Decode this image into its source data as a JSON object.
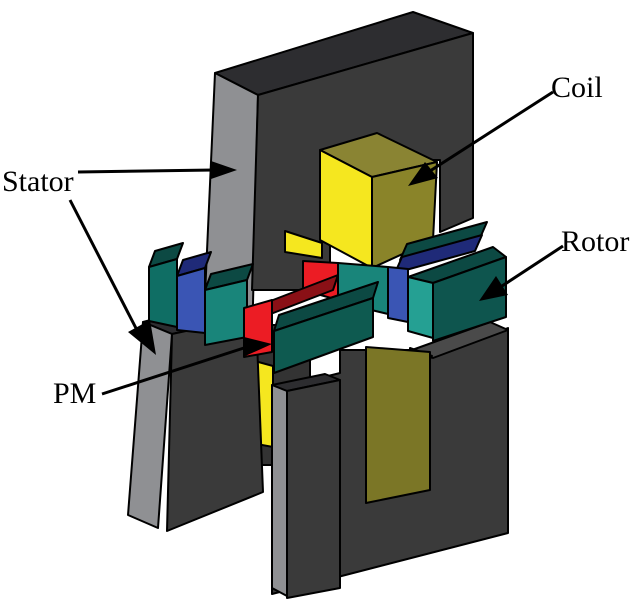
{
  "figure": {
    "type": "3d-isometric-machine-diagram",
    "description": "Exploded isometric view of a transverse-flux electromagnetic machine showing upper and lower stator E-cores, excitation coils, a segmented rotor bar and a permanent magnet",
    "labels": {
      "stator": "Stator",
      "coil": "Coil",
      "rotor": "Rotor",
      "pm": "PM"
    },
    "parts": [
      {
        "name": "upper-stator-core",
        "label": "Stator",
        "color_front": "#3a3a3a",
        "color_top": "#2d2d30",
        "color_side": "#8f9093"
      },
      {
        "name": "lower-stator-core",
        "label": "Stator",
        "color_front": "#3a3a3a",
        "color_top": "#4a4a4a",
        "color_side": "#8f9093"
      },
      {
        "name": "upper-coil",
        "label": "Coil",
        "color_left": "#f5e71f",
        "color_front": "#8a8429",
        "color_top": "#8a8433"
      },
      {
        "name": "lower-coil",
        "label": "Coil",
        "color_left": "#f5e71f",
        "color_front": "#7b7626"
      },
      {
        "name": "rotor-segments",
        "label": "Rotor",
        "color_front": "#19857a",
        "color_top": "#0c4943",
        "color_light": "#25a093",
        "color_blue": "#3a55b4",
        "color_navy": "#1f2a78"
      },
      {
        "name": "permanent-magnet",
        "label": "PM",
        "color_front": "#ec1c24",
        "color_top": "#8a1016"
      }
    ],
    "palette": {
      "background": "#ffffff",
      "outline": "#000000",
      "stator_dark": "#3a3a3a",
      "stator_top": "#2d2d30",
      "stator_gray": "#8f9093",
      "teal": "#19857a",
      "teal_dark": "#0c4943",
      "teal_medium": "#0f6e64",
      "teal_light": "#25a093",
      "blue": "#3a55b4",
      "navy": "#1f2a78",
      "red": "#ec1c24",
      "red_dark": "#8a1016",
      "yellow": "#f5e71f",
      "olive": "#8a8429"
    }
  }
}
